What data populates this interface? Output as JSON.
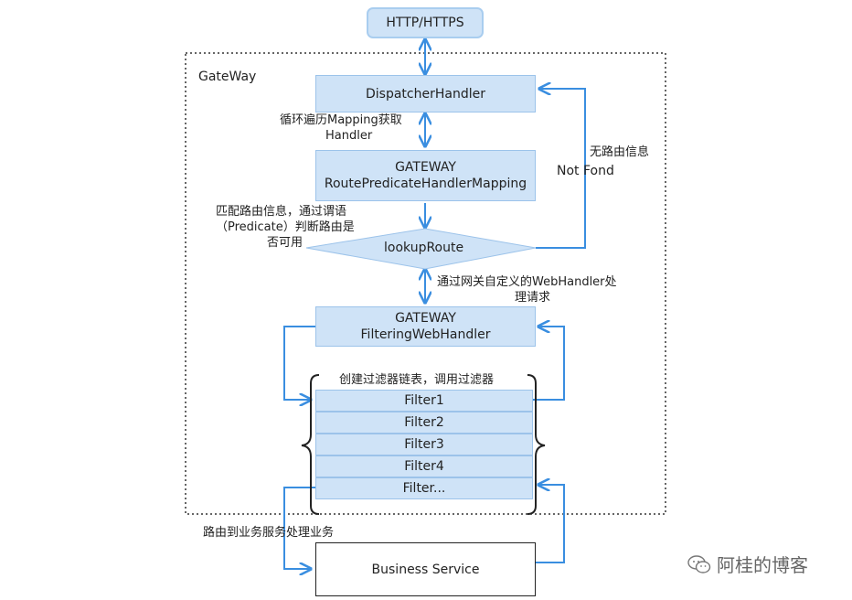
{
  "title": "HTTP/HTTPS",
  "gateway_label": "GateWay",
  "nodes": {
    "dispatcher": "DispatcherHandler",
    "mapping_line1": "GATEWAY",
    "mapping_line2": "RoutePredicateHandlerMapping",
    "lookup": "lookupRoute",
    "filtering_line1": "GATEWAY",
    "filtering_line2": "FilteringWebHandler",
    "business": "Business Service"
  },
  "filters": [
    "Filter1",
    "Filter2",
    "Filter3",
    "Filter4",
    "Filter..."
  ],
  "labels": {
    "loop_mapping_1": "循环遍历Mapping获取",
    "loop_mapping_2": "Handler",
    "match_1": "匹配路由信息，通过谓语",
    "match_2": "（Predicate）判断路由是",
    "match_3": "否可用",
    "no_route": "无路由信息",
    "not_found": "Not Fond",
    "web_handler_1": "通过网关自定义的WebHandler处",
    "web_handler_2": "理请求",
    "create_chain": "创建过滤器链表，调用过滤器",
    "route_business": "路由到业务服务处理业务"
  },
  "watermark": "阿桂的博客",
  "colors": {
    "node_fill": "#cfe3f7",
    "node_border": "#9cc3ea",
    "arrow": "#3a8ee0",
    "dotted_border": "#333333"
  }
}
